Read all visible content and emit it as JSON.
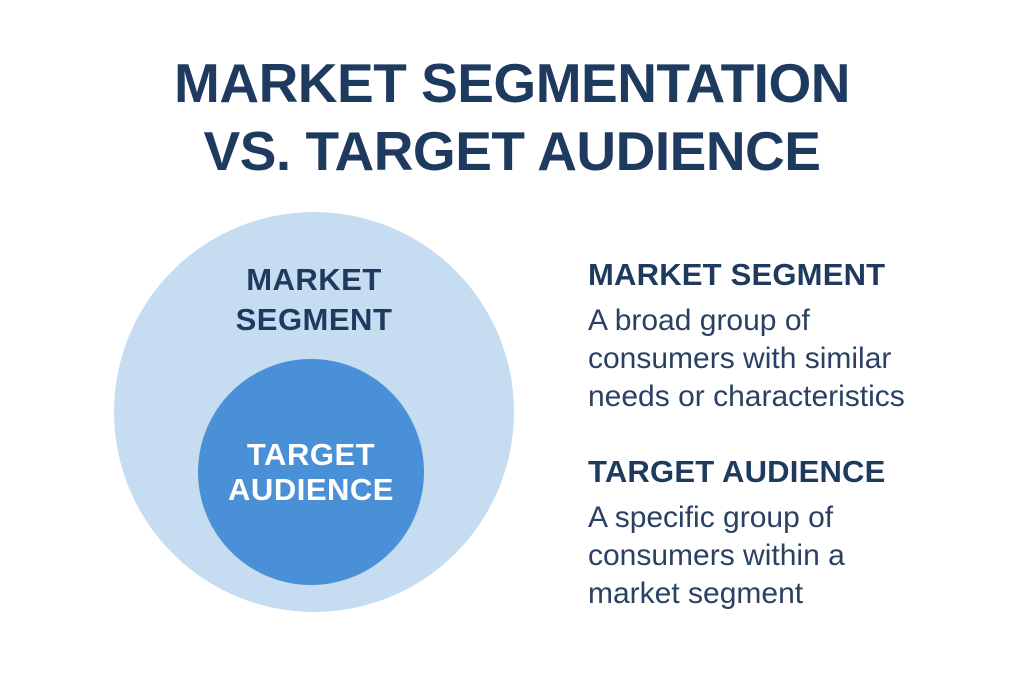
{
  "title": {
    "line1": "MARKET SEGMENTATION",
    "line2": "VS. TARGET AUDIENCE"
  },
  "venn": {
    "outer_circle": {
      "label_line1": "MARKET",
      "label_line2": "SEGMENT"
    },
    "inner_circle": {
      "label_line1": "TARGET",
      "label_line2": "AUDIENCE"
    }
  },
  "definitions": [
    {
      "heading": "MARKET SEGMENT",
      "body": "A broad group of consumers with similar needs or characteristics"
    },
    {
      "heading": "TARGET AUDIENCE",
      "body": "A specific group of consumers within a market segment"
    }
  ],
  "theme": {
    "navy": "#1e3a5f",
    "navy_body": "#2b4163",
    "light_blue": "#c5dcf1",
    "mid_blue": "#4a90d6",
    "circle_label_light": "#ffffff",
    "bg": "#ffffff"
  }
}
